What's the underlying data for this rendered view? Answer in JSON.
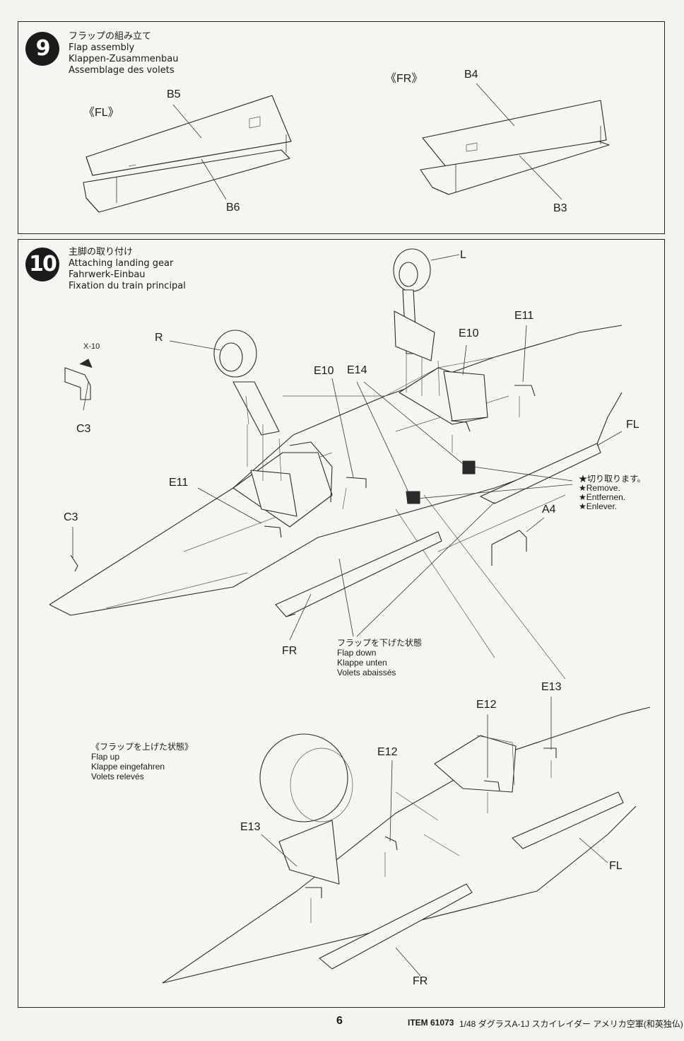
{
  "step9": {
    "number": "9",
    "titles": [
      "フラップの組み立て",
      "Flap assembly",
      "Klappen-Zusammenbau",
      "Assemblage des volets"
    ],
    "labels": {
      "fl": "《FL》",
      "fr": "《FR》",
      "b5": "B5",
      "b6": "B6",
      "b4": "B4",
      "b3": "B3"
    }
  },
  "step10": {
    "number": "10",
    "titles": [
      "主脚の取り付け",
      "Attaching landing gear",
      "Fahrwerk-Einbau",
      "Fixation du train principal"
    ],
    "labels": {
      "x10": "X-10",
      "c3_top": "C3",
      "c3_side": "C3",
      "r": "R",
      "l": "L",
      "e10_left": "E10",
      "e14": "E14",
      "e10_right": "E10",
      "e11_right": "E11",
      "e11_left": "E11",
      "fl_upper": "FL",
      "a4": "A4",
      "fr_upper": "FR",
      "e12_top": "E12",
      "e13_top": "E13",
      "e12_mid": "E12",
      "e13_left": "E13",
      "fl_lower": "FL",
      "fr_lower": "FR"
    },
    "remove_note": [
      "★切り取ります。",
      "★Remove.",
      "★Entfernen.",
      "★Enlever."
    ],
    "flap_down": [
      "フラップを下げた状態",
      "Flap down",
      "Klappe unten",
      "Volets abaissés"
    ],
    "flap_up": [
      "《フラップを上げた状態》",
      "Flap up",
      "Klappe eingefahren",
      "Volets relevés"
    ]
  },
  "footer": {
    "page_number": "6",
    "item": "ITEM 61073",
    "product": "1/48 ダグラスA-1J スカイレイダー アメリカ空軍(和英独仏)"
  }
}
